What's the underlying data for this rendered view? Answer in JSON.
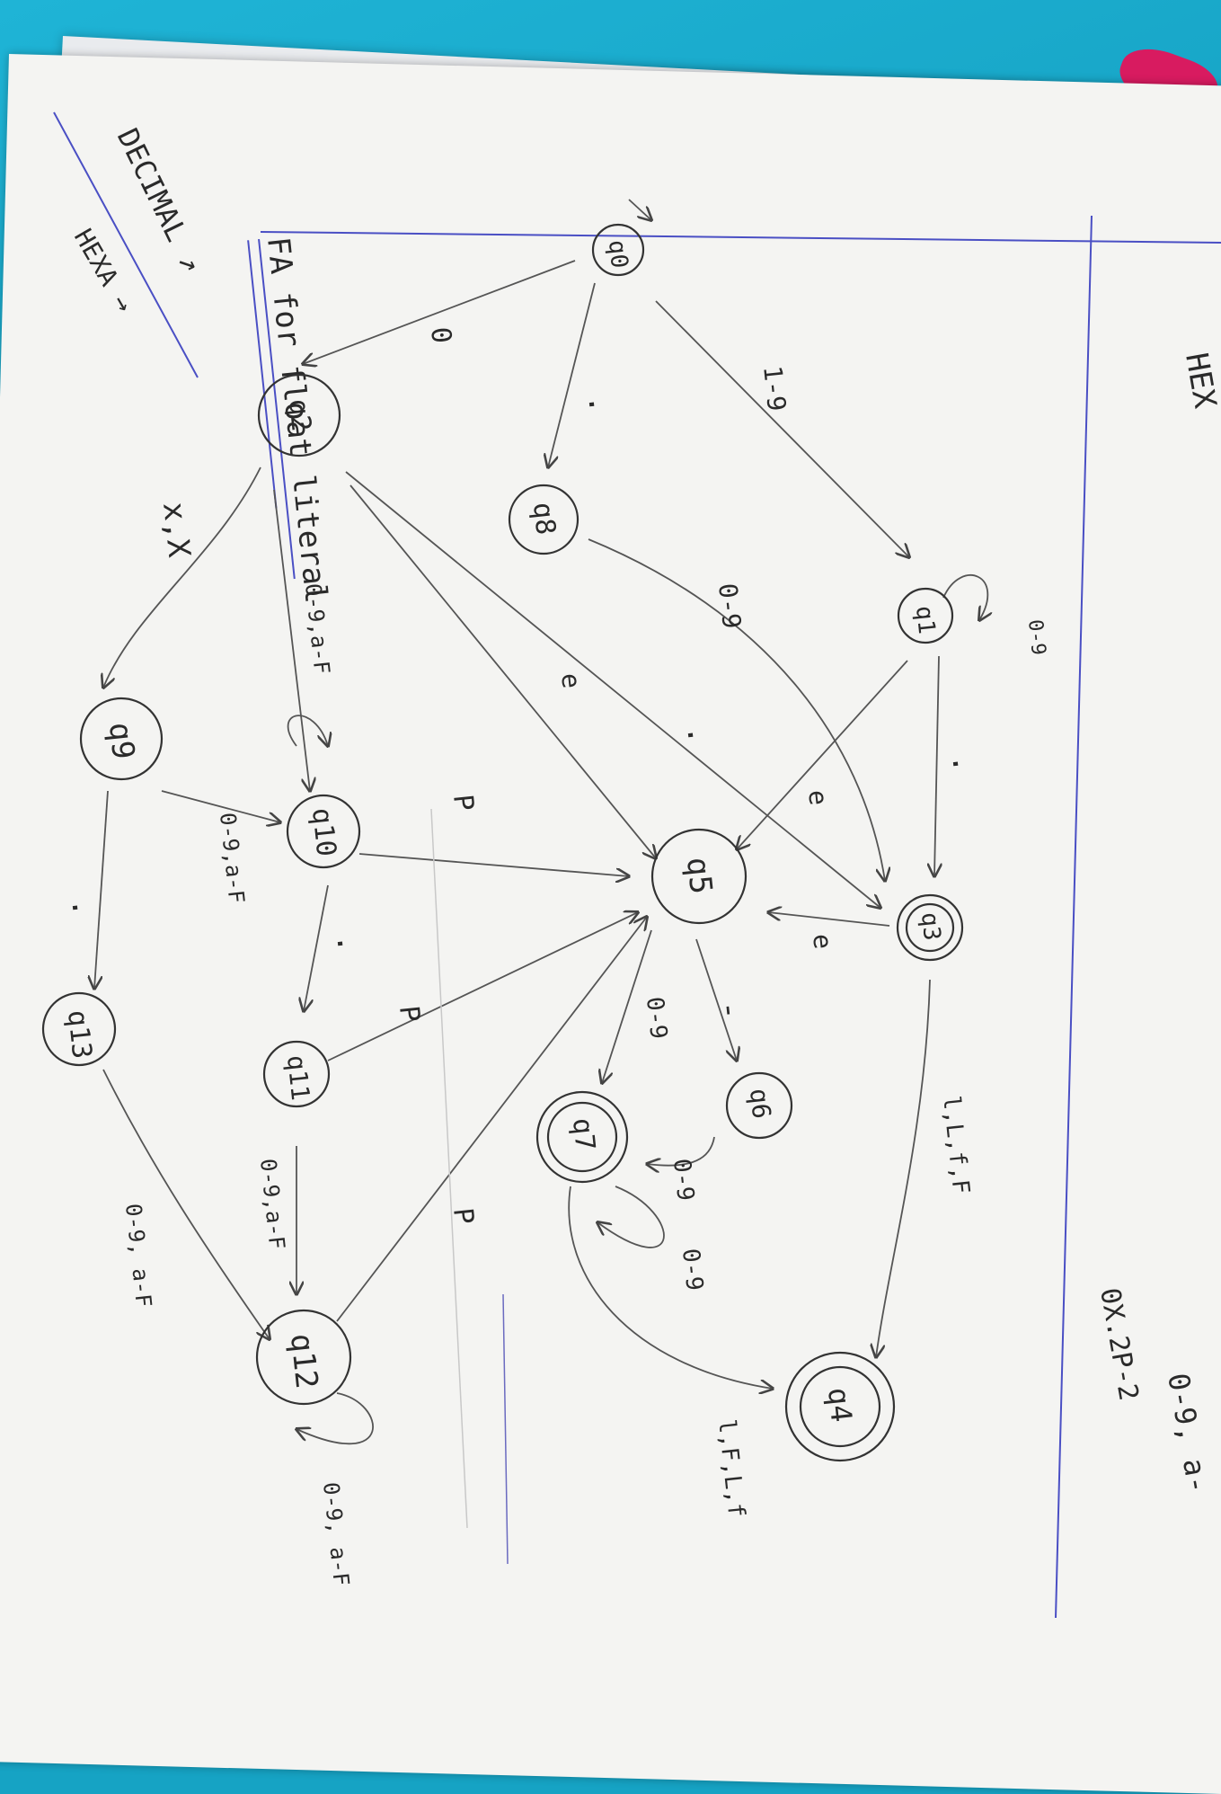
{
  "title": "FA for float literal",
  "corner_label": "HEX",
  "right_note": "0X.2P-2",
  "right_note_2": "0-9, a-",
  "legend": {
    "decimal": "DECIMAL ↗",
    "hexa": "HEXA →"
  },
  "states": {
    "q0": "q0",
    "q1": "q1",
    "q2": "q2",
    "q3": "q3",
    "q4": "q4",
    "q5": "q5",
    "q6": "q6",
    "q7": "q7",
    "q8": "q8",
    "q9": "q9",
    "q10": "q10",
    "q11": "q11",
    "q12": "q12",
    "q13": "q13"
  },
  "labels": {
    "q0_q2": "0",
    "q0_q8": ".",
    "q0_q1": "1-9",
    "q1_loop": "0-9",
    "q8_q3": "0-9",
    "q1_q3": ".",
    "q2_q3": ".",
    "q2_q5": "e",
    "q1_q5": "e",
    "q3_q5": "e",
    "q2_q9": "x,X",
    "q2_q10": "0-9,a-F",
    "q9_q10": "0-9,a-F",
    "q10_q5": "P",
    "q10_q11": ".",
    "q11_q5": "P",
    "q11_q12": "0-9,a-F",
    "q12_q5": "P",
    "q9_q13": ".",
    "q13_q12": "0-9, a-F",
    "q12_loop": "0-9, a-F",
    "q3_q4": "l,L,f,F",
    "q5_q6": "-",
    "q5_q7": "0-9",
    "q6_q7": "0-9",
    "q7_loop": "0-9",
    "q7_q4": "l,F,L,f"
  },
  "colors": {
    "ink": "#333333",
    "paper": "#f4f4f2",
    "margin_line": "#4a4fc4",
    "background": "#16a3c4"
  }
}
